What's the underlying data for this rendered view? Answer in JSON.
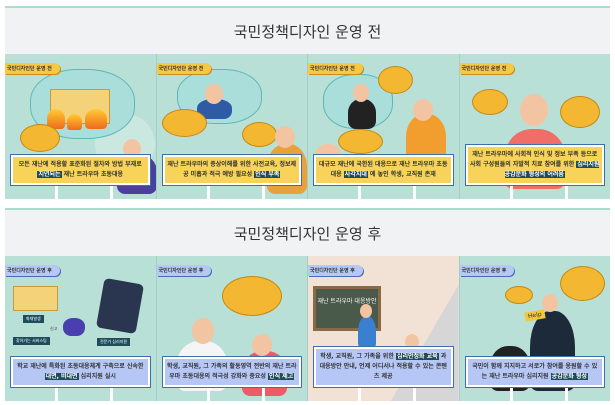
{
  "before": {
    "title": "국민정책디자인 운영 전",
    "tag": "국민디자인단 운영 전",
    "panels": [
      {
        "parts": [
          "모든 재난에 적용할 표준화된 절차와 방법 부재로 ",
          "지연되는",
          " 재난 트라우마 초동대응"
        ]
      },
      {
        "parts": [
          "재난 트라우마의 증상이해를 위한 사전교육, 정보제공 미흡과 적극 예방 필요성 ",
          "인식 부족",
          ""
        ]
      },
      {
        "parts": [
          "대규모 재난에 국한된 대응으로 재난 트라우마 초동대응 ",
          "사각지대",
          " 에 놓인 학생, 교직원 존재"
        ]
      },
      {
        "parts": [
          "재난 트라우마에 사회적 인식 및 정보 부족 등으로 사회 구성원들의 자발적 치료 참여를 위한 ",
          "심리지원 공감문화 형성의 어려움",
          ""
        ]
      }
    ]
  },
  "after": {
    "title": "국민정책디자인 운영 후",
    "tag": "국민디자인단 운영 후",
    "panels": [
      {
        "parts": [
          "학교 재난에 특화된 초동대응체계 구축으로 신속한 ",
          "대면, 비대면",
          " 심리지원 실시"
        ]
      },
      {
        "parts": [
          "학생, 교직원, 그 가족의 활동영역 전반의 재난 트라우마 초동대응의 적극성 강화와 중요성 ",
          "인식 제고",
          ""
        ]
      },
      {
        "parts": [
          "학생, 교직원, 그 가족을 위한 ",
          "심리안정화 교육",
          " 과 대응방안 안내, 언제 어디서나 적용할 수 있는 콘텐츠 제공"
        ]
      },
      {
        "parts": [
          "국민이 함께 지지하고 서로가 참여를 응원할 수 있는 재난 트라우마 심리지원 ",
          "공감문화 형성",
          ""
        ]
      }
    ],
    "labels": {
      "fire": "화재발생",
      "expert": "전문가 심리지원",
      "service": "찾아가는 서비스팀",
      "report": "신고",
      "board": "재난 트라우마 대응방안",
      "help": "Help"
    }
  },
  "colors": {
    "panel_bg": "#b9e0d6",
    "caption_before": "#f7d35a",
    "caption_after": "#b6c7f5",
    "highlight": "#1f4c5b"
  }
}
